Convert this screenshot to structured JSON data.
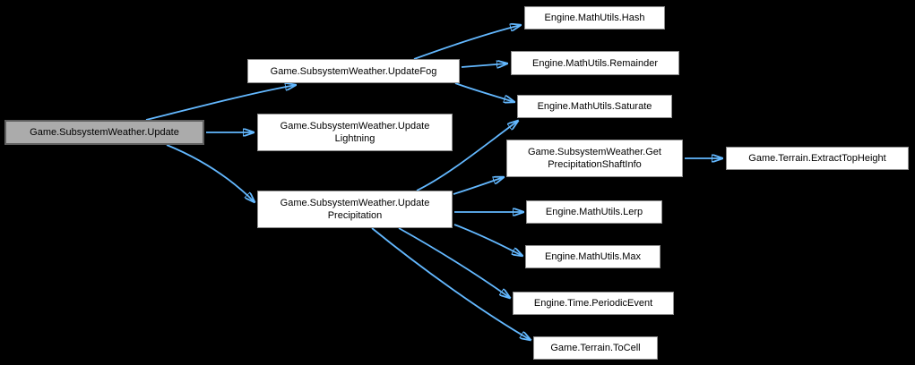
{
  "diagram": {
    "type": "call-graph",
    "colors": {
      "background": "#000000",
      "edge": "#63B8FF",
      "node_fill": "#FFFFFF",
      "node_border": "#8F8F8F",
      "node_text": "#000000",
      "root_fill": "#ABABAB",
      "root_border": "#5F5F5F"
    },
    "nodes": [
      {
        "id": "update",
        "label": "Game.SubsystemWeather.Update",
        "lines": [
          "Game.SubsystemWeather.Update"
        ],
        "role": "root"
      },
      {
        "id": "update-fog",
        "label": "Game.SubsystemWeather.UpdateFog",
        "lines": [
          "Game.SubsystemWeather.UpdateFog"
        ]
      },
      {
        "id": "update-lightning",
        "label": "Game.SubsystemWeather.UpdateLightning",
        "lines": [
          "Game.SubsystemWeather.Update",
          "Lightning"
        ]
      },
      {
        "id": "update-precipitation",
        "label": "Game.SubsystemWeather.UpdatePrecipitation",
        "lines": [
          "Game.SubsystemWeather.Update",
          "Precipitation"
        ]
      },
      {
        "id": "hash",
        "label": "Engine.MathUtils.Hash",
        "lines": [
          "Engine.MathUtils.Hash"
        ]
      },
      {
        "id": "remainder",
        "label": "Engine.MathUtils.Remainder",
        "lines": [
          "Engine.MathUtils.Remainder"
        ]
      },
      {
        "id": "saturate",
        "label": "Engine.MathUtils.Saturate",
        "lines": [
          "Engine.MathUtils.Saturate"
        ]
      },
      {
        "id": "get-precipitation-shaft-info",
        "label": "Game.SubsystemWeather.GetPrecipitationShaftInfo",
        "lines": [
          "Game.SubsystemWeather.Get",
          "PrecipitationShaftInfo"
        ]
      },
      {
        "id": "extract-top-height",
        "label": "Game.Terrain.ExtractTopHeight",
        "lines": [
          "Game.Terrain.ExtractTopHeight"
        ]
      },
      {
        "id": "lerp",
        "label": "Engine.MathUtils.Lerp",
        "lines": [
          "Engine.MathUtils.Lerp"
        ]
      },
      {
        "id": "max",
        "label": "Engine.MathUtils.Max",
        "lines": [
          "Engine.MathUtils.Max"
        ]
      },
      {
        "id": "periodic-event",
        "label": "Engine.Time.PeriodicEvent",
        "lines": [
          "Engine.Time.PeriodicEvent"
        ]
      },
      {
        "id": "to-cell",
        "label": "Game.Terrain.ToCell",
        "lines": [
          "Game.Terrain.ToCell"
        ]
      }
    ],
    "edges": [
      {
        "from": "update",
        "to": "update-fog"
      },
      {
        "from": "update",
        "to": "update-lightning"
      },
      {
        "from": "update",
        "to": "update-precipitation"
      },
      {
        "from": "update-fog",
        "to": "hash"
      },
      {
        "from": "update-fog",
        "to": "remainder"
      },
      {
        "from": "update-fog",
        "to": "saturate"
      },
      {
        "from": "update-precipitation",
        "to": "saturate"
      },
      {
        "from": "update-precipitation",
        "to": "get-precipitation-shaft-info"
      },
      {
        "from": "update-precipitation",
        "to": "lerp"
      },
      {
        "from": "update-precipitation",
        "to": "max"
      },
      {
        "from": "update-precipitation",
        "to": "periodic-event"
      },
      {
        "from": "update-precipitation",
        "to": "to-cell"
      },
      {
        "from": "get-precipitation-shaft-info",
        "to": "extract-top-height"
      }
    ]
  }
}
